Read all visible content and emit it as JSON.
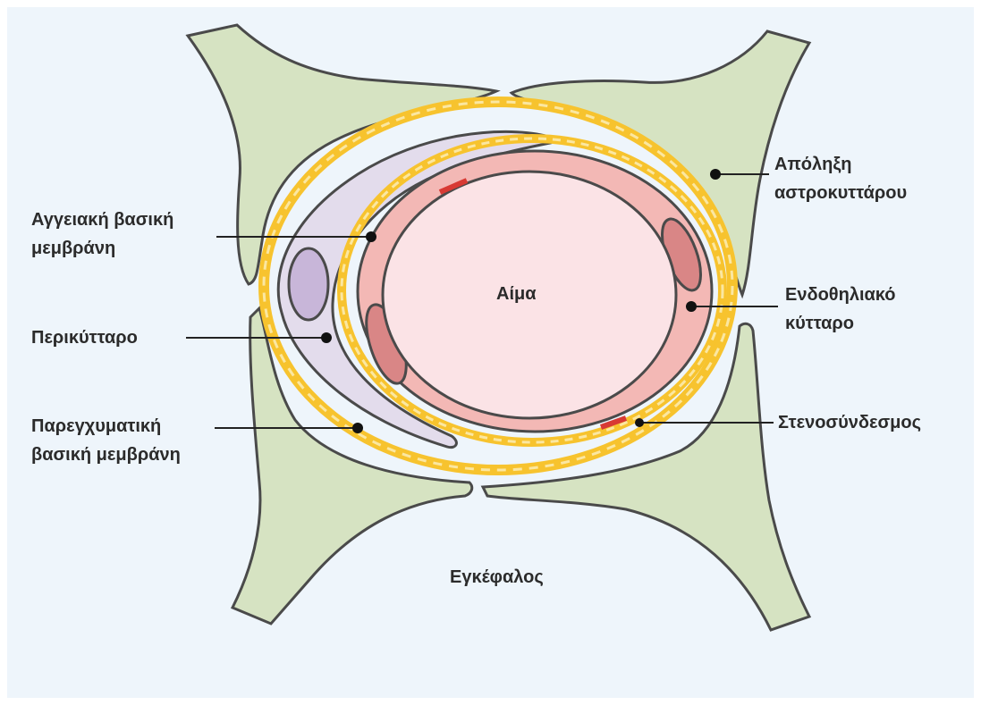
{
  "labels": {
    "astrocyte_endfoot": [
      "Απόληξη",
      "αστροκυττάρου"
    ],
    "vascular_basement_membrane": [
      "Αγγειακή βασική",
      "μεμβράνη"
    ],
    "endothelial_cell": [
      "Ενδοθηλιακό",
      "κύτταρο"
    ],
    "blood": "Αίμα",
    "pericyte": "Περικύτταρο",
    "parenchymal_basement_membrane": [
      "Παρεγχυματική",
      "βασική μεμβράνη"
    ],
    "tight_junction": "Στενοσύνδεσμος",
    "brain": "Εγκέφαλος"
  },
  "colors": {
    "background": "#eef5fb",
    "astrocyte": "#d6e3c2",
    "basement_membrane": "#f7c32e",
    "pericyte": "#e3dcec",
    "pericyte_nucleus": "#c8b6d9",
    "endothelium": "#f3b8b5",
    "endothelial_nucleus": "#d98686",
    "lumen": "#fbe3e6",
    "tight_junction": "#d83a34",
    "outline": "#4a4a4a"
  }
}
